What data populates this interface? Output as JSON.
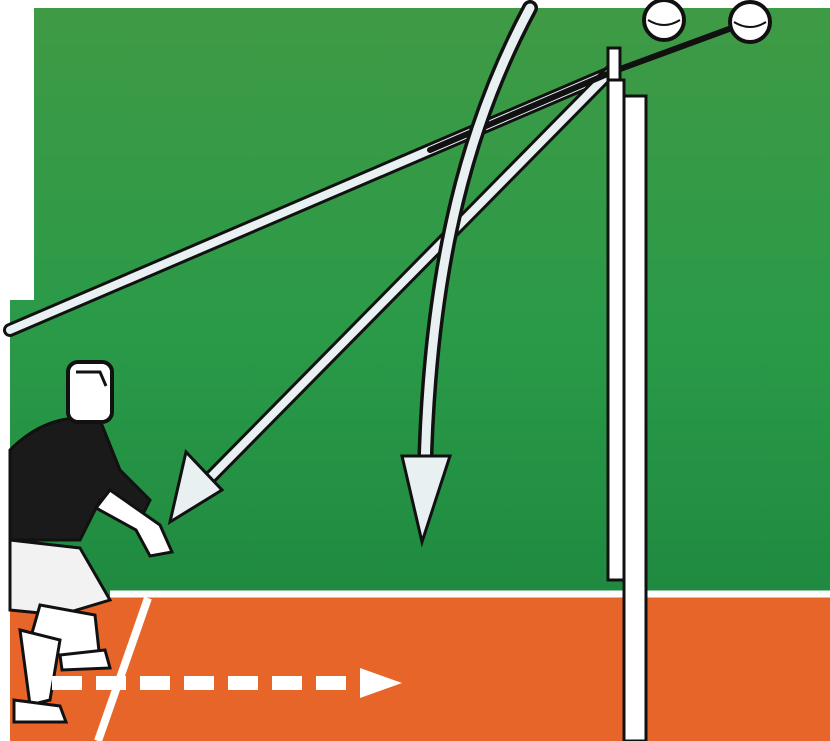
{
  "illustration": {
    "subject": "volleyball-reception-trajectories",
    "colors": {
      "wall_top": "#3f9a45",
      "wall_mid": "#2a9a48",
      "wall_bottom": "#1f8a40",
      "court": "#e8652a",
      "court_dark": "#d65822",
      "lines": "#ffffff",
      "outline": "#111111",
      "arrow_fill": "#e8f0f2",
      "player_shirt": "#1a1a1a",
      "player_shorts": "#f2f2f2",
      "paper": "#ffffff"
    },
    "icons": [
      "volleyball-icon",
      "volleyball-icon",
      "player-figure",
      "net-post",
      "dashed-arrow-icon"
    ],
    "trajectories": [
      "curved-trajectory-arrow",
      "straight-trajectory-arrow",
      "long-trajectory-line"
    ]
  }
}
